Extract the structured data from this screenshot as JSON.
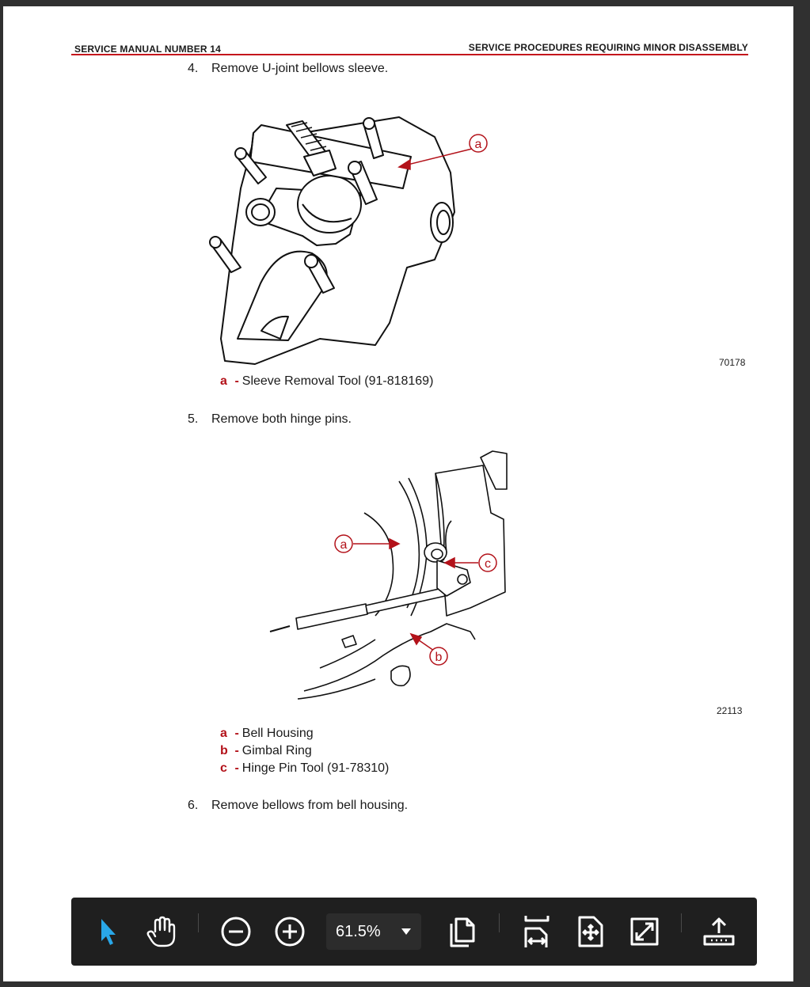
{
  "header": {
    "left": "SERVICE MANUAL NUMBER 14",
    "right": "SERVICE PROCEDURES REQUIRING MINOR DISASSEMBLY",
    "rule_color": "#c4161c"
  },
  "steps": [
    {
      "num": "4.",
      "text": "Remove U-joint bellows sleeve."
    },
    {
      "num": "5.",
      "text": "Remove both hinge pins."
    },
    {
      "num": "6.",
      "text": "Remove bellows from bell housing."
    }
  ],
  "figure1": {
    "number": "70178",
    "callouts": [
      "a"
    ],
    "legend": [
      {
        "key": "a",
        "text": "Sleeve Removal Tool (91-818169)"
      }
    ]
  },
  "figure2": {
    "number": "22113",
    "callouts": [
      "a",
      "b",
      "c"
    ],
    "legend": [
      {
        "key": "a",
        "text": "Bell Housing"
      },
      {
        "key": "b",
        "text": "Gimbal Ring"
      },
      {
        "key": "c",
        "text": "Hinge Pin Tool (91-78310)"
      }
    ]
  },
  "legend_dash": "-",
  "toolbar": {
    "zoom_value": "61.5%",
    "tools": [
      "select-cursor-icon",
      "hand-pan-icon",
      "zoom-out-icon",
      "zoom-in-icon",
      "page-view-icon",
      "fit-width-icon",
      "fit-page-icon",
      "fullscreen-icon",
      "export-icon"
    ],
    "accent_color": "#29a7e8"
  }
}
